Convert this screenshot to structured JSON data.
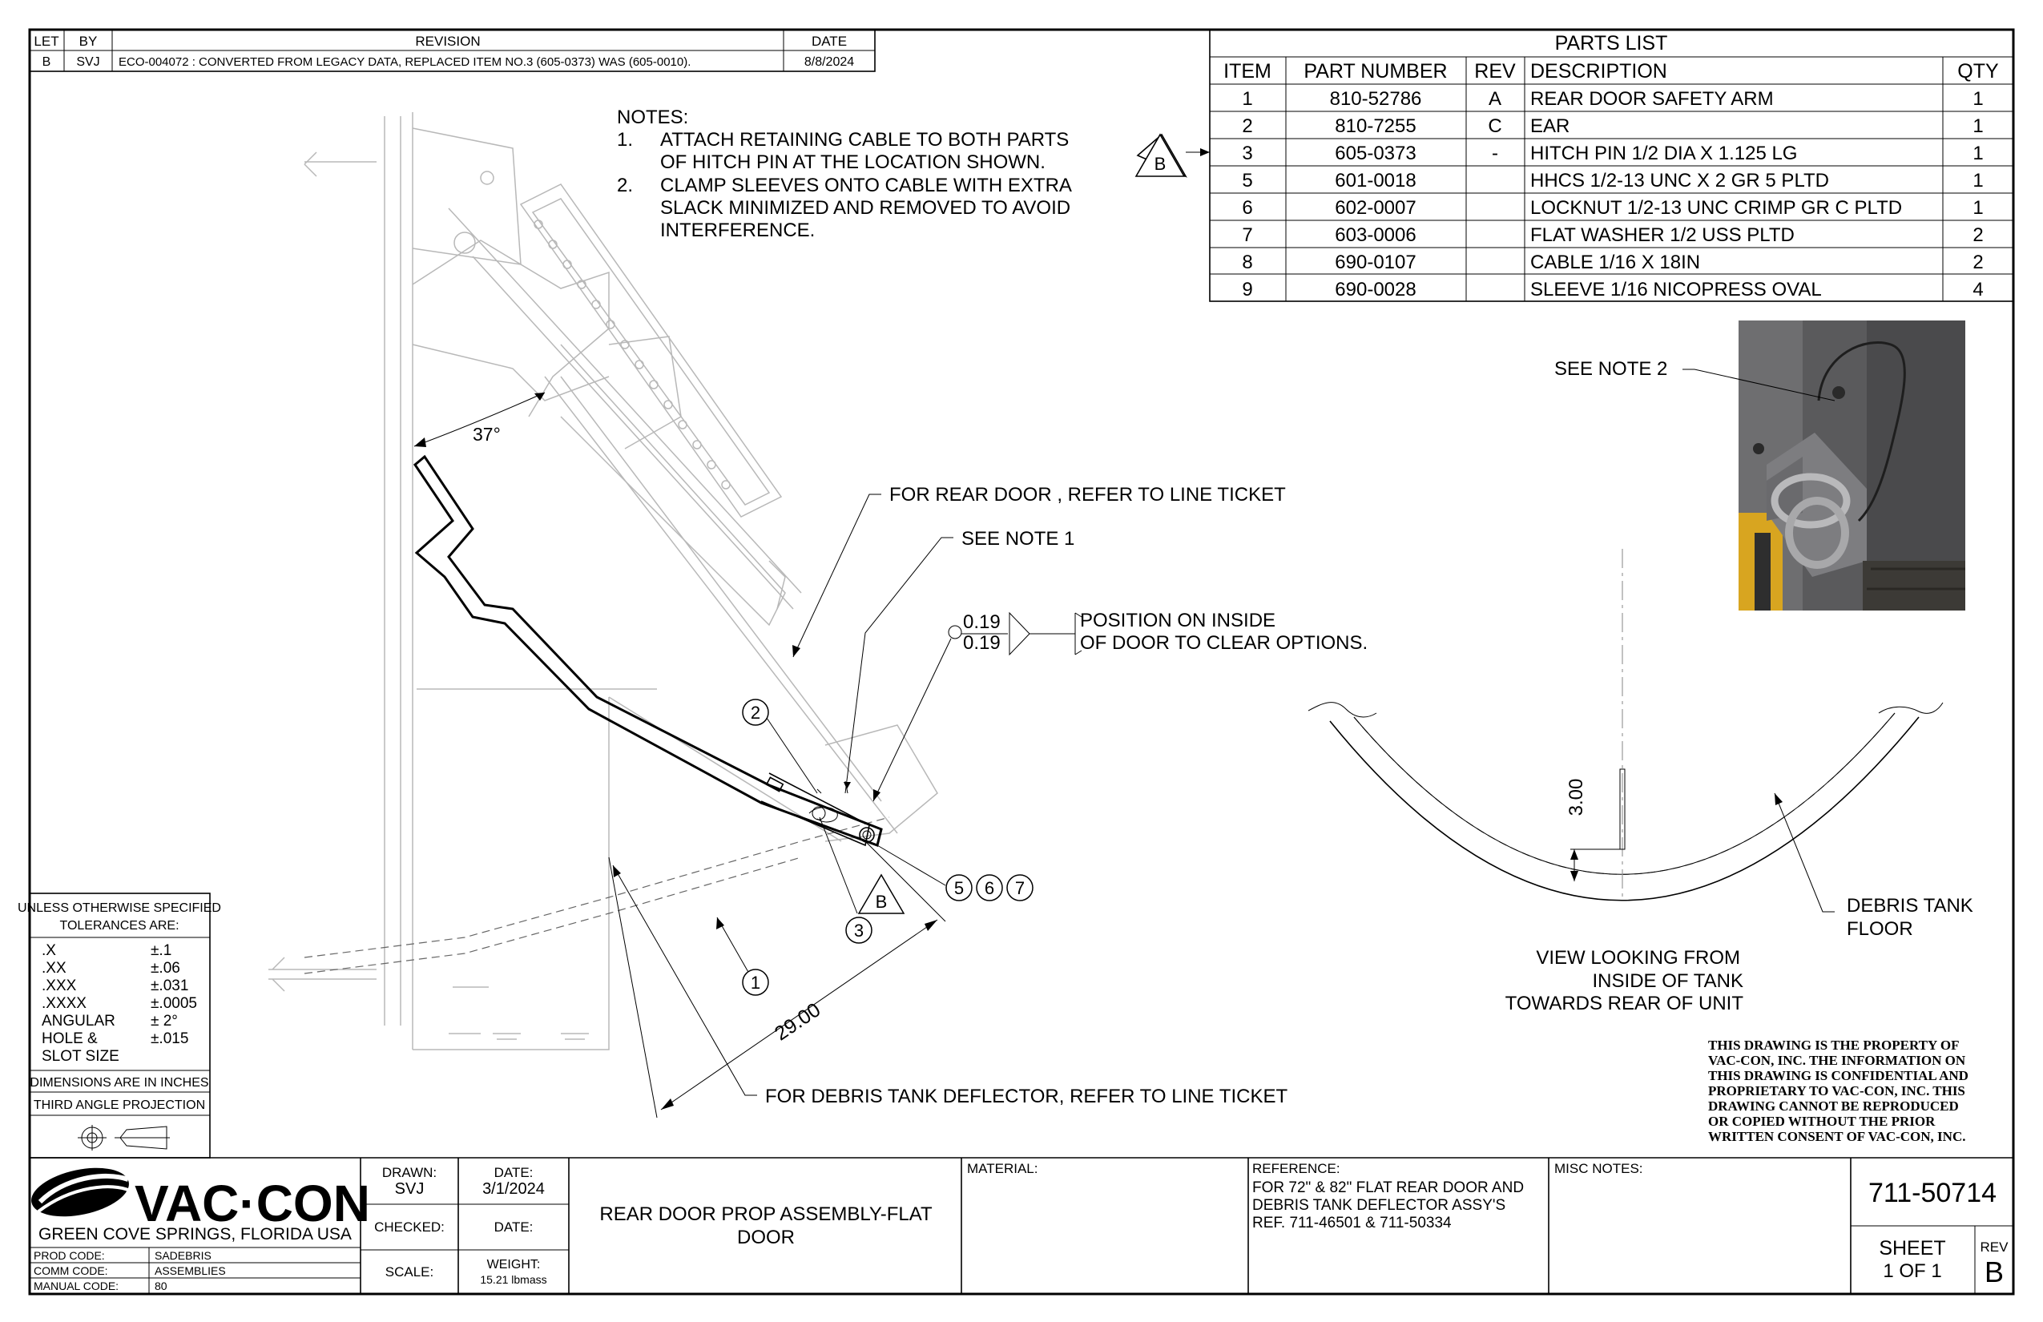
{
  "revision_block": {
    "headers": [
      "LET",
      "BY",
      "REVISION",
      "DATE"
    ],
    "row": [
      "B",
      "SVJ",
      "ECO-004072 : CONVERTED FROM LEGACY DATA, REPLACED ITEM NO.3 (605-0373) WAS (605-0010).",
      "8/8/2024"
    ]
  },
  "notes": {
    "title": "NOTES:",
    "items": [
      {
        "num": "1.",
        "lines": [
          "ATTACH RETAINING CABLE TO BOTH PARTS",
          "OF HITCH PIN AT THE LOCATION SHOWN."
        ]
      },
      {
        "num": "2.",
        "lines": [
          "CLAMP SLEEVES ONTO CABLE WITH EXTRA",
          "SLACK MINIMIZED AND REMOVED TO AVOID",
          "INTERFERENCE."
        ]
      }
    ]
  },
  "parts_list": {
    "title": "PARTS LIST",
    "headers": [
      "ITEM",
      "PART NUMBER",
      "REV",
      "DESCRIPTION",
      "QTY"
    ],
    "rows": [
      [
        "1",
        "810-52786",
        "A",
        "REAR DOOR SAFETY ARM",
        "1"
      ],
      [
        "2",
        "810-7255",
        "C",
        "EAR",
        "1"
      ],
      [
        "3",
        "605-0373",
        "-",
        "HITCH PIN 1/2 DIA X 1.125 LG",
        "1"
      ],
      [
        "5",
        "601-0018",
        "",
        "HHCS 1/2-13 UNC X 2 GR 5 PLTD",
        "1"
      ],
      [
        "6",
        "602-0007",
        "",
        "LOCKNUT 1/2-13 UNC CRIMP GR C PLTD",
        "1"
      ],
      [
        "7",
        "603-0006",
        "",
        "FLAT WASHER 1/2 USS PLTD",
        "2"
      ],
      [
        "8",
        "690-0107",
        "",
        "CABLE 1/16 X 18IN",
        "2"
      ],
      [
        "9",
        "690-0028",
        "",
        "SLEEVE 1/16 NICOPRESS OVAL",
        "4"
      ]
    ],
    "rev_flag": "B"
  },
  "callouts": {
    "angle": "37°",
    "rear_door": "FOR REAR DOOR , REFER TO LINE TICKET",
    "see_note_1": "SEE NOTE 1",
    "see_note_2": "SEE NOTE 2",
    "dim_top": "0.19",
    "dim_bottom": "0.19",
    "position_line1": "POSITION ON INSIDE",
    "position_line2": "OF DOOR TO CLEAR OPTIONS.",
    "dim_29": "29.00",
    "debris_deflector": "FOR DEBRIS TANK DEFLECTOR, REFER TO LINE TICKET",
    "dim_300": "3.00",
    "debris_floor_line1": "DEBRIS TANK",
    "debris_floor_line2": "FLOOR",
    "view_line1": "VIEW LOOKING FROM",
    "view_line2": "INSIDE OF TANK",
    "view_line3": "TOWARDS REAR OF UNIT",
    "flag_b": "B",
    "bubbles": {
      "b1": "1",
      "b2": "2",
      "b3": "3",
      "b5": "5",
      "b6": "6",
      "b7": "7"
    }
  },
  "proprietary": [
    "THIS DRAWING IS THE PROPERTY OF",
    "VAC-CON, INC.  THE INFORMATION ON",
    "THIS DRAWING IS CONFIDENTIAL AND",
    "PROPRIETARY TO VAC-CON, INC.  THIS",
    "DRAWING CANNOT BE REPRODUCED",
    "OR COPIED WITHOUT THE PRIOR",
    "WRITTEN CONSENT OF VAC-CON, INC."
  ],
  "tolerances": {
    "title1": "UNLESS OTHERWISE SPECIFIED",
    "title2": "TOLERANCES ARE:",
    "rows": [
      [
        ".X",
        "±.1"
      ],
      [
        ".XX",
        "±.06"
      ],
      [
        ".XXX",
        "±.031"
      ],
      [
        ".XXXX",
        "±.0005"
      ],
      [
        "ANGULAR",
        "± 2°"
      ],
      [
        "HOLE &",
        "±.015"
      ],
      [
        "SLOT SIZE",
        ""
      ]
    ],
    "units": "DIMENSIONS ARE IN INCHES",
    "projection": "THIRD ANGLE PROJECTION"
  },
  "title_block": {
    "company": "VAC·CON",
    "location": "GREEN COVE SPRINGS, FLORIDA USA",
    "codes": [
      [
        "PROD CODE:",
        "SADEBRIS"
      ],
      [
        "COMM CODE:",
        "ASSEMBLIES"
      ],
      [
        "MANUAL CODE:",
        "80"
      ]
    ],
    "drawn_label": "DRAWN:",
    "drawn_by": "SVJ",
    "date_label": "DATE:",
    "drawn_date": "3/1/2024",
    "checked_label": "CHECKED:",
    "checked_date_label": "DATE:",
    "scale_label": "SCALE:",
    "weight_label": "WEIGHT:",
    "weight_value": "15.21 lbmass",
    "title_line1": "REAR DOOR PROP ASSEMBLY-FLAT",
    "title_line2": "DOOR",
    "material_label": "MATERIAL:",
    "reference_label": "REFERENCE:",
    "reference_lines": [
      "FOR 72\" & 82\" FLAT REAR DOOR AND",
      "DEBRIS TANK DEFLECTOR ASSY'S",
      "REF. 711-46501 & 711-50334"
    ],
    "misc_label": "MISC NOTES:",
    "drawing_number": "711-50714",
    "sheet_label": "SHEET",
    "sheet_value": "1  OF 1",
    "rev_label": "REV",
    "rev_value": "B"
  }
}
